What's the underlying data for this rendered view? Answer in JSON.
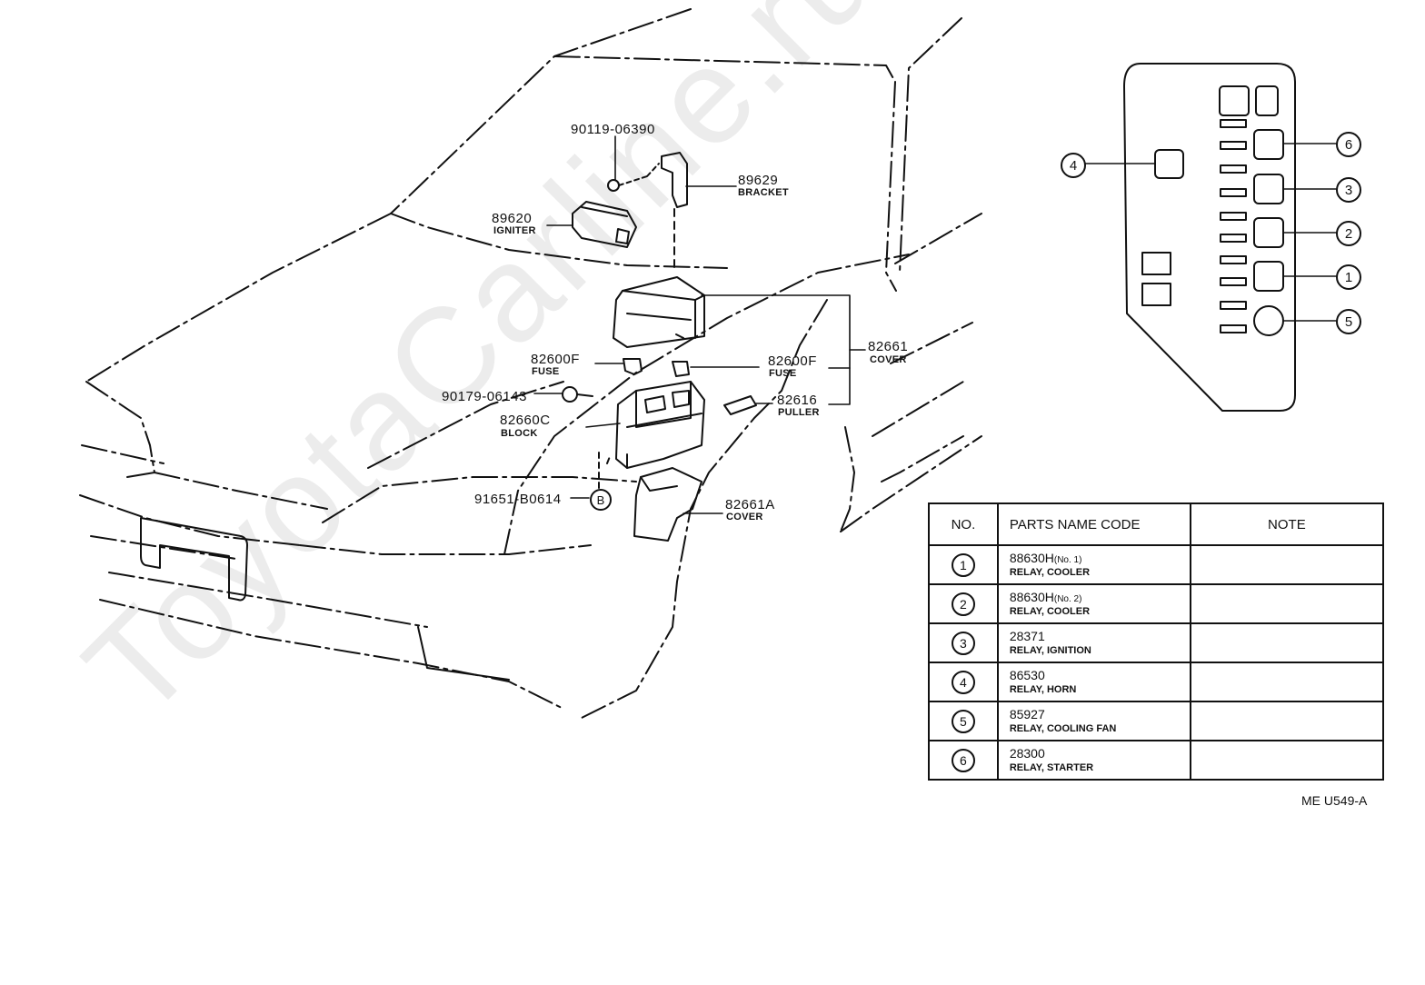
{
  "watermark": "ToyotaCarline.ru",
  "labels": {
    "p90119": "90119-06390",
    "p89629": "89629",
    "p89629_name": "BRACKET",
    "p89620": "89620",
    "p89620_name": "IGNITER",
    "p82600f_l": "82600F",
    "p82600f_l_name": "FUSE",
    "p82600f_r": "82600F",
    "p82600f_r_name": "FUSE",
    "p82661": "82661",
    "p82661_name": "COVER",
    "p90179": "90179-06143",
    "p82660c": "82660C",
    "p82660c_name": "BLOCK",
    "p82616": "82616",
    "p82616_name": "PULLER",
    "p91651": "91651-B0614",
    "p91651_mark": "B",
    "p82661a": "82661A",
    "p82661a_name": "COVER"
  },
  "relay_callouts": {
    "c4": "4",
    "c6": "6",
    "c3": "3",
    "c2": "2",
    "c1": "1",
    "c5": "5"
  },
  "table": {
    "headers": {
      "no": "NO.",
      "code": "PARTS NAME CODE",
      "note": "NOTE"
    },
    "rows": [
      {
        "no": "1",
        "code": "88630H",
        "qual": "(No. 1)",
        "name": "RELAY, COOLER",
        "note": ""
      },
      {
        "no": "2",
        "code": "88630H",
        "qual": "(No. 2)",
        "name": "RELAY, COOLER",
        "note": ""
      },
      {
        "no": "3",
        "code": "28371",
        "qual": "",
        "name": "RELAY, IGNITION",
        "note": ""
      },
      {
        "no": "4",
        "code": "86530",
        "qual": "",
        "name": "RELAY, HORN",
        "note": ""
      },
      {
        "no": "5",
        "code": "85927",
        "qual": "",
        "name": "RELAY, COOLING FAN",
        "note": ""
      },
      {
        "no": "6",
        "code": "28300",
        "qual": "",
        "name": "RELAY, STARTER",
        "note": ""
      }
    ]
  },
  "reference": "ME U549-A"
}
